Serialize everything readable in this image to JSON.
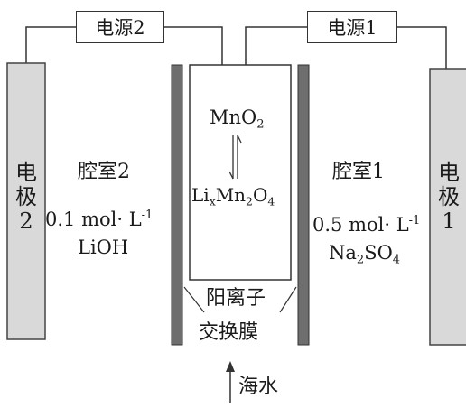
{
  "power_source_2": "电源2",
  "power_source_1": "电源1",
  "electrode_2": {
    "char1": "电",
    "char2": "极",
    "char3": "2"
  },
  "electrode_1": {
    "char1": "电",
    "char2": "极",
    "char3": "1"
  },
  "chamber_2": {
    "title": "腔室2",
    "conc_value": "0.1 mol· L",
    "conc_exp": "-1",
    "solute": "LiOH"
  },
  "chamber_1": {
    "title": "腔室1",
    "conc_value": "0.5 mol· L",
    "conc_exp": "-1",
    "solute_main": "Na",
    "solute_sub1": "2",
    "solute_mid": "SO",
    "solute_sub2": "4"
  },
  "middle": {
    "top_main": "MnO",
    "top_sub": "2",
    "bottom_a": "Li",
    "bottom_x": "x",
    "bottom_b": "Mn",
    "bottom_sub2": "2",
    "bottom_c": "O",
    "bottom_sub4": "4"
  },
  "membrane_line1": "阳离子",
  "membrane_line2": "交换膜",
  "seawater": "海水",
  "colors": {
    "electrode_fill": "#d9d9d9",
    "membrane_fill": "#6e6e6e",
    "line": "#333333"
  }
}
